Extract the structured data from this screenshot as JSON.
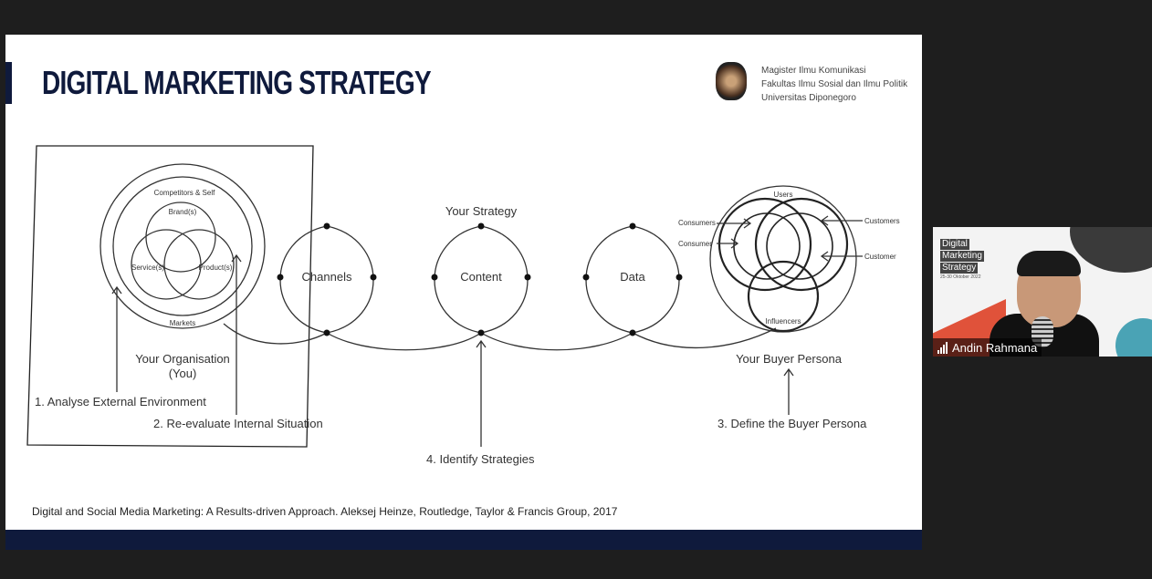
{
  "slide": {
    "title": "DIGITAL MARKETING STRATEGY",
    "institution": [
      "Magister Ilmu Komunikasi",
      "Fakultas Ilmu Sosial dan Ilmu Politik",
      "Universitas Diponegoro"
    ],
    "diagram": {
      "org_circle": {
        "ring_outer": "Markets",
        "ring_inner": "Competitors & Self",
        "brand": "Brand(s)",
        "service": "Service(s)",
        "product": "Product(s)"
      },
      "org_label": "Your Organisation",
      "org_sub": "(You)",
      "channels": "Channels",
      "content": "Content",
      "data": "Data",
      "strategy": "Your Strategy",
      "persona": {
        "users": "Users",
        "consumers": "Consumers",
        "consumer": "Consumer",
        "customers": "Customers",
        "customer": "Customer",
        "influencers": "Influencers"
      },
      "persona_label": "Your Buyer Persona",
      "step1": "1. Analyse External Environment",
      "step2": "2. Re-evaluate Internal Situation",
      "step3": "3. Define the Buyer Persona",
      "step4": "4. Identify Strategies"
    },
    "citation": "Digital and Social Media Marketing: A Results-driven Approach. Aleksej Heinze, Routledge, Taylor & Francis Group, 2017"
  },
  "video": {
    "title_lines": [
      "Digital",
      "Marketing",
      "Strategy"
    ],
    "date": "25-30 Oktober 2022",
    "participant": "Andin Rahmana"
  }
}
